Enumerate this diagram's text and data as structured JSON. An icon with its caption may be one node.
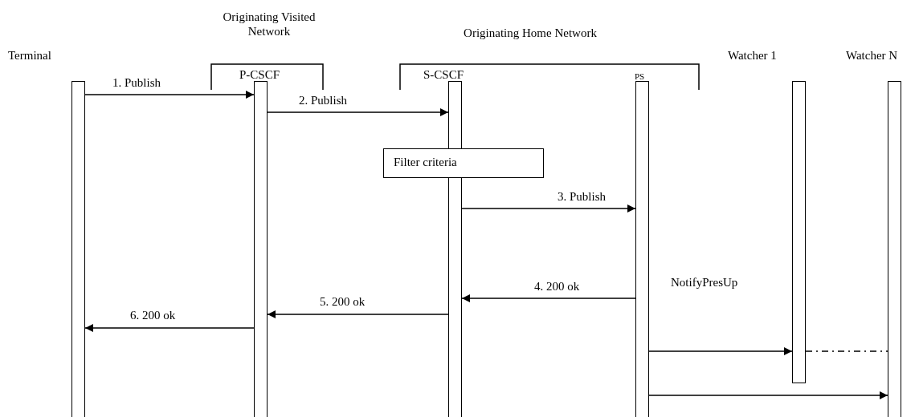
{
  "diagram": {
    "nodes": [
      {
        "text": [
          "Terminal"
        ]
      },
      {
        "text": [
          "Originating Visited Network"
        ]
      },
      {
        "text": [
          "P-CSCF"
        ],
        "in": 1
      },
      {
        "text": [
          "Originating Home Network"
        ]
      },
      {
        "text": [
          "S-CSCF"
        ],
        "in": 3
      },
      {
        "text": [
          "PS"
        ],
        "in": 3
      },
      {
        "text": [
          "Watcher 1"
        ]
      },
      {
        "text": [
          "Watcher N"
        ]
      },
      {
        "text": [
          "Filter criteria"
        ]
      }
    ],
    "edges": [
      {
        "from": 0,
        "to": 2,
        "arrow": "to",
        "label": "1. Publish"
      },
      {
        "from": 2,
        "to": 4,
        "arrow": "to",
        "label": "2. Publish"
      },
      {
        "from": 4,
        "to": 5,
        "arrow": "to",
        "label": "3. Publish"
      },
      {
        "from": 5,
        "to": 4,
        "arrow": "to",
        "label": "4. 200 ok"
      },
      {
        "from": 4,
        "to": 2,
        "arrow": "to",
        "label": "5. 200 ok"
      },
      {
        "from": 2,
        "to": 0,
        "arrow": "to",
        "label": "6. 200 ok"
      },
      {
        "from": 5,
        "to": 6,
        "arrow": "to"
      },
      {
        "from": 6,
        "to": 7,
        "arrow": "none",
        "style": "dashed"
      },
      {
        "from": 5,
        "to": 7,
        "arrow": "to"
      }
    ],
    "labels": [
      "NotifyPresUp"
    ]
  }
}
